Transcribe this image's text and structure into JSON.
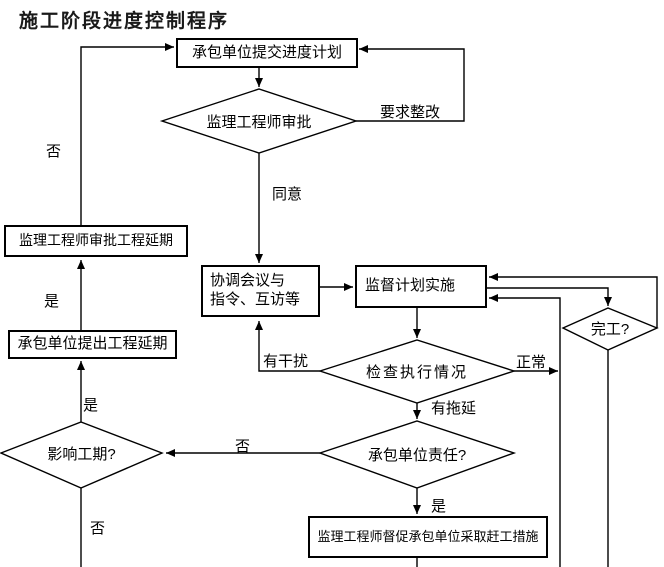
{
  "title": "施工阶段进度控制程序",
  "nodes": {
    "submit_plan": "承包单位提交进度计划",
    "review": "监理工程师审批",
    "coordination_line1": "协调会议与",
    "coordination_line2": "指令、互访等",
    "approve_delay": "监理工程师审批工程延期",
    "propose_delay": "承包单位提出工程延期",
    "supervise": "监督计划实施",
    "check": "检查执行情况",
    "responsibility": "承包单位责任?",
    "affect_schedule": "影响工期?",
    "complete": "完工?",
    "urge_rush": "监理工程师督促承包单位采取赶工措施"
  },
  "edge_labels": {
    "request_rectification": "要求整改",
    "agree": "同意",
    "no_top": "否",
    "yes_approve": "是",
    "yes_propose": "是",
    "no_bottom": "否",
    "no_responsibility": "否",
    "yes_responsibility": "是",
    "interference": "有干扰",
    "normal": "正常",
    "delayed": "有拖延"
  },
  "colors": {
    "line": "#000000",
    "background": "#ffffff",
    "text": "#000000"
  }
}
